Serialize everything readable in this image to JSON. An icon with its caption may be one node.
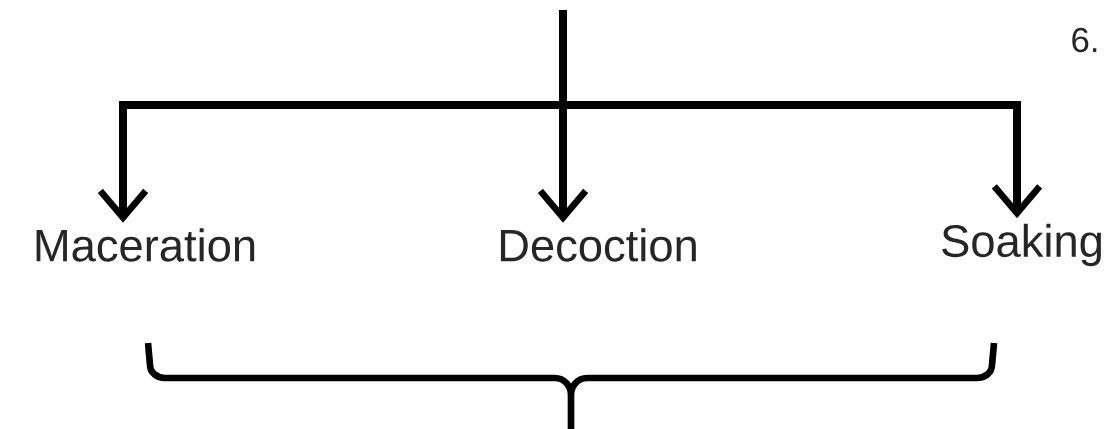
{
  "diagram": {
    "nodes": [
      {
        "text": [
          "Maceration"
        ]
      },
      {
        "text": [
          "Decoction"
        ]
      },
      {
        "text": [
          "Soaking"
        ]
      }
    ],
    "edges": [
      {
        "from": null,
        "to": 0,
        "arrow": "to"
      },
      {
        "from": null,
        "to": 1,
        "arrow": "to"
      },
      {
        "from": null,
        "to": 2,
        "arrow": "to"
      }
    ],
    "labels": [
      "6."
    ]
  }
}
